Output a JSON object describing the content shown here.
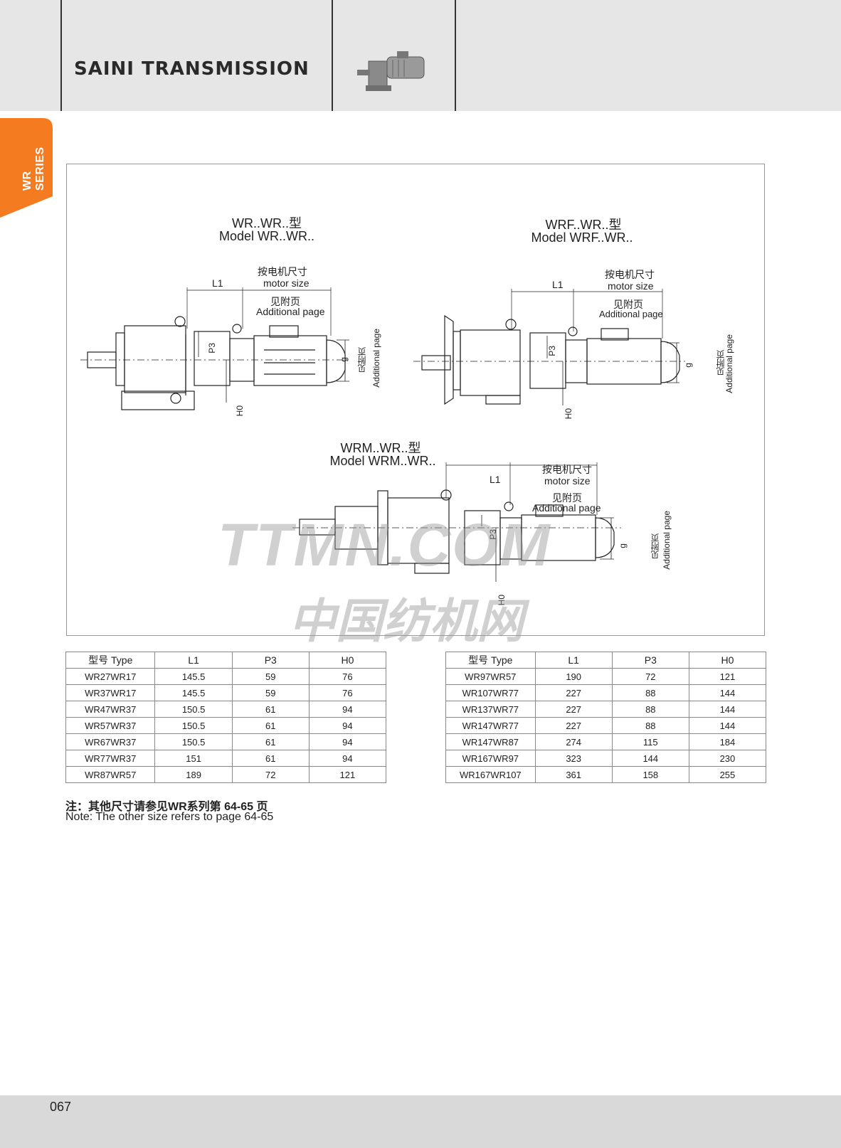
{
  "header": {
    "brand": "SAINI TRANSMISSION"
  },
  "side_tab": {
    "label": "WR SERIES",
    "color": "#f47b20"
  },
  "models": [
    {
      "title_zh": "WR..WR..型",
      "title_en": "Model  WR..WR.."
    },
    {
      "title_zh": "WRF..WR..型",
      "title_en": "Model  WRF..WR.."
    },
    {
      "title_zh": "WRM..WR..型",
      "title_en": "Model  WRM..WR.."
    }
  ],
  "dim_labels": {
    "l1": "L1",
    "p3": "P3",
    "h0": "H0",
    "g": "g",
    "motor_zh": "按电机尺寸",
    "motor_en": "motor size",
    "add_zh": "见附页",
    "add_en": "Additional page"
  },
  "watermark": {
    "line1": "TTMN.COM",
    "line2": "中国纺机网"
  },
  "tables": {
    "headers": [
      "型号 Type",
      "L1",
      "P3",
      "H0"
    ],
    "left": [
      [
        "WR27WR17",
        "145.5",
        "59",
        "76"
      ],
      [
        "WR37WR17",
        "145.5",
        "59",
        "76"
      ],
      [
        "WR47WR37",
        "150.5",
        "61",
        "94"
      ],
      [
        "WR57WR37",
        "150.5",
        "61",
        "94"
      ],
      [
        "WR67WR37",
        "150.5",
        "61",
        "94"
      ],
      [
        "WR77WR37",
        "151",
        "61",
        "94"
      ],
      [
        "WR87WR57",
        "189",
        "72",
        "121"
      ]
    ],
    "right": [
      [
        "WR97WR57",
        "190",
        "72",
        "121"
      ],
      [
        "WR107WR77",
        "227",
        "88",
        "144"
      ],
      [
        "WR137WR77",
        "227",
        "88",
        "144"
      ],
      [
        "WR147WR77",
        "227",
        "88",
        "144"
      ],
      [
        "WR147WR87",
        "274",
        "115",
        "184"
      ],
      [
        "WR167WR97",
        "323",
        "144",
        "230"
      ],
      [
        "WR167WR107",
        "361",
        "158",
        "255"
      ]
    ]
  },
  "notes": {
    "zh": "注：其他尺寸请参见WR系列第 64-65 页",
    "en": "Note: The other size refers to page 64-65"
  },
  "page_number": "067"
}
